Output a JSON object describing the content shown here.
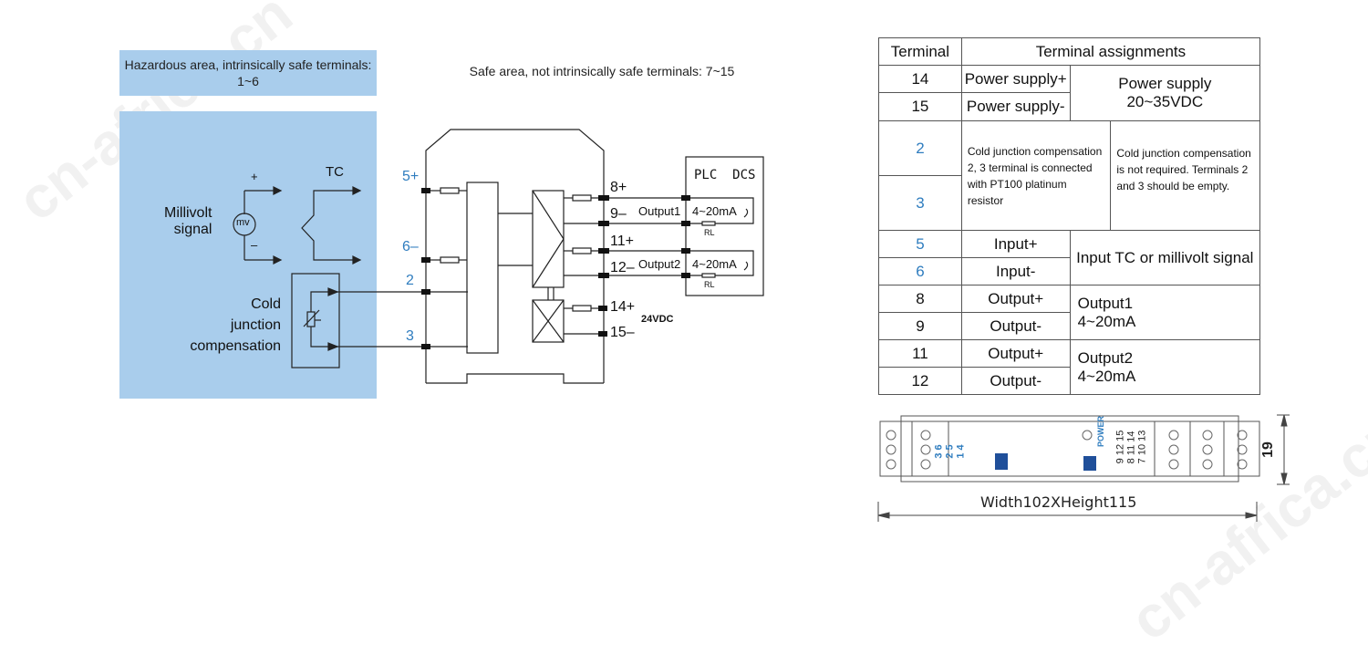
{
  "watermark": "cn-africa.cn",
  "hazardous_area": {
    "label": "Hazardous area, intrinsically safe terminals: 1~6",
    "millivolt_label_line1": "Millivolt",
    "millivolt_label_line2": "signal",
    "mv_symbol": "mv",
    "plus": "+",
    "minus": "–",
    "tc_label": "TC",
    "cjc_line1": "Cold",
    "cjc_line2": "junction",
    "cjc_line3": "compensation"
  },
  "safe_area": {
    "label": "Safe area, not intrinsically safe terminals: 7~15"
  },
  "schematic": {
    "input_terminals": [
      "5+",
      "6–",
      "2",
      "3"
    ],
    "output_terminals": [
      "8+",
      "9–",
      "11+",
      "12–",
      "14+",
      "15–"
    ],
    "supply_label": "24VDC",
    "output1_label": "Output1",
    "output2_label": "Output2",
    "current_range": "4~20mA",
    "load_label": "RL",
    "plc_label": "PLC  DCS"
  },
  "terminal_table": {
    "header_terminal": "Terminal",
    "header_assignments": "Terminal assignments",
    "power": {
      "rows": [
        {
          "terminal": "14",
          "function": "Power supply+"
        },
        {
          "terminal": "15",
          "function": "Power supply-"
        }
      ],
      "group_line1": "Power supply",
      "group_line2": "20~35VDC"
    },
    "cjc": {
      "terminals": [
        "2",
        "3"
      ],
      "with_cjc": "Cold junction compensation 2, 3 terminal is connected with PT100 platinum resistor",
      "without_cjc": "Cold junction compensation is not required. Terminals 2 and 3 should be empty."
    },
    "input": {
      "rows": [
        {
          "terminal": "5",
          "function": "Input+"
        },
        {
          "terminal": "6",
          "function": "Input-"
        }
      ],
      "group": "Input TC or millivolt signal"
    },
    "output1": {
      "rows": [
        {
          "terminal": "8",
          "function": "Output+"
        },
        {
          "terminal": "9",
          "function": "Output-"
        }
      ],
      "group_line1": "Output1",
      "group_line2": "4~20mA"
    },
    "output2": {
      "rows": [
        {
          "terminal": "11",
          "function": "Output+"
        },
        {
          "terminal": "12",
          "function": "Output-"
        }
      ],
      "group_line1": "Output2",
      "group_line2": "4~20mA"
    }
  },
  "module_drawing": {
    "left_terminal_rows": [
      "3 6",
      "2 5",
      "1 4"
    ],
    "right_terminal_rows": [
      "9 12 15",
      "8 11 14",
      "7 10 13"
    ],
    "power_led_label": "POWER",
    "depth_dimension": "19",
    "size_label": "Width102XHeight115"
  },
  "colors": {
    "hazard_blue": "#a9cdec",
    "terminal_blue": "#2f7dbf",
    "line": "#222222"
  }
}
